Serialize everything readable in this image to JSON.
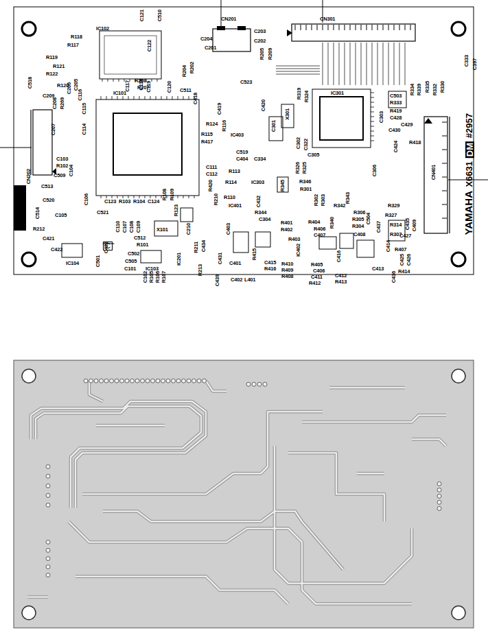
{
  "diagram": {
    "labels": [
      "IC102",
      "R118",
      "R117",
      "R119",
      "R121",
      "R122",
      "R120",
      "C121",
      "C510",
      "CN201",
      "C203",
      "C202",
      "C122",
      "C204",
      "C201",
      "R204",
      "R202",
      "R205",
      "R209",
      "CN301",
      "C333",
      "C397",
      "C518",
      "C209",
      "R208",
      "R207",
      "IC101",
      "C117",
      "C118",
      "C119",
      "C120",
      "C208",
      "R269",
      "C206",
      "C205",
      "C116",
      "C115",
      "C114",
      "C207",
      "C103",
      "R102",
      "C509",
      "C104",
      "CN202",
      "C513",
      "C520",
      "C514",
      "C105",
      "C106",
      "R212",
      "C421",
      "C422",
      "IC104",
      "C501",
      "C423",
      "C110",
      "C107",
      "C108",
      "C109",
      "C521",
      "C123",
      "R103",
      "R104",
      "C124",
      "R108",
      "R109",
      "X101",
      "C512",
      "R101",
      "C502",
      "C505",
      "C101",
      "IC103",
      "C102",
      "R105",
      "R106",
      "R107",
      "R123",
      "IC201",
      "C210",
      "R211",
      "C434",
      "R213",
      "C431",
      "C439",
      "C511",
      "C418",
      "C419",
      "C523",
      "C420",
      "R319",
      "R324",
      "X301",
      "IC301",
      "C301",
      "R124",
      "R115",
      "R417",
      "IC403",
      "R116",
      "C519",
      "C404",
      "C334",
      "C111",
      "C112",
      "R113",
      "R114",
      "R420",
      "R110",
      "IC401",
      "R210",
      "C432",
      "IC303",
      "R345",
      "R346",
      "R301",
      "R326",
      "R325",
      "C302",
      "C322",
      "C305",
      "C303",
      "R344",
      "C304",
      "R401",
      "R402",
      "R403",
      "R415",
      "C403",
      "C401",
      "C402",
      "L401",
      "C415",
      "R416",
      "R410",
      "R409",
      "R408",
      "IC402",
      "R404",
      "R406",
      "C407",
      "R340",
      "R342",
      "R302",
      "R303",
      "C416",
      "R343",
      "R306",
      "R305",
      "R304",
      "C504",
      "C437",
      "R329",
      "R327",
      "R314",
      "R307",
      "C408",
      "C414",
      "C427",
      "R407",
      "C425",
      "C426",
      "R414",
      "C413",
      "C436",
      "C435",
      "C409",
      "C503",
      "R333",
      "R334",
      "R339",
      "R335",
      "R332",
      "R330",
      "R419",
      "C428",
      "C429",
      "C430",
      "C424",
      "R418",
      "CN401",
      "C306",
      "R405",
      "C406",
      "C411",
      "R412",
      "C412",
      "R413",
      "C",
      "YAMAHA",
      "X6631",
      "DM",
      "#2957"
    ]
  }
}
